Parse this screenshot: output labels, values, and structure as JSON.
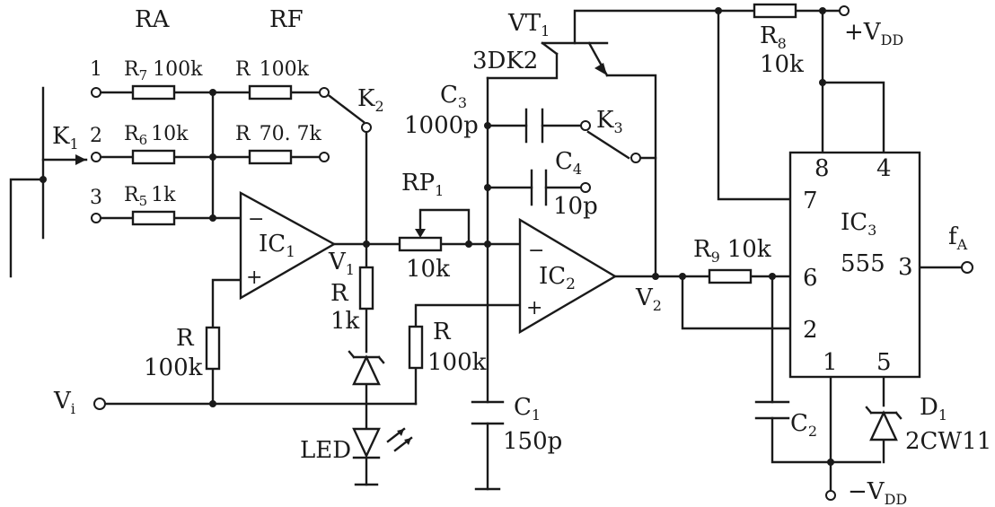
{
  "headers": {
    "ra": "RA",
    "rf": "RF"
  },
  "switch_k1": {
    "label": "K",
    "sub": "1",
    "positions": [
      "1",
      "2",
      "3"
    ]
  },
  "switch_k2": {
    "label": "K",
    "sub": "2"
  },
  "switch_k3": {
    "label": "K",
    "sub": "3"
  },
  "resistors": {
    "r7": {
      "name": "R",
      "sub": "7",
      "value": "100k"
    },
    "r6": {
      "name": "R",
      "sub": "6",
      "value": "10k"
    },
    "r5": {
      "name": "R",
      "sub": "5",
      "value": "1k"
    },
    "rf1": {
      "name": "R",
      "value": "100k"
    },
    "rf2": {
      "name": "R",
      "value": "70. 7k"
    },
    "r_in": {
      "name": "R",
      "value": "100k"
    },
    "r_led": {
      "name": "R",
      "value": "1k"
    },
    "r_ic2": {
      "name": "R",
      "value": "100k"
    },
    "rp1": {
      "name": "RP",
      "sub": "1",
      "value": "10k"
    },
    "r8": {
      "name": "R",
      "sub": "8",
      "value": "10k"
    },
    "r9": {
      "name": "R",
      "sub": "9",
      "value": "10k"
    }
  },
  "capacitors": {
    "c1": {
      "name": "C",
      "sub": "1",
      "value": "150p"
    },
    "c2": {
      "name": "C",
      "sub": "2"
    },
    "c3": {
      "name": "C",
      "sub": "3",
      "value": "1000p"
    },
    "c4": {
      "name": "C",
      "sub": "4",
      "value": "10p"
    }
  },
  "transistor": {
    "name": "VT",
    "sub": "1",
    "part": "3DK2"
  },
  "opamps": {
    "ic1": {
      "name": "IC",
      "sub": "1",
      "minus": "−",
      "plus": "+"
    },
    "ic2": {
      "name": "IC",
      "sub": "2",
      "minus": "−",
      "plus": "+"
    }
  },
  "timer": {
    "name": "IC",
    "sub": "3",
    "part": "555",
    "pins": {
      "p8": "8",
      "p4": "4",
      "p7": "7",
      "p6": "6",
      "p2": "2",
      "p3": "3",
      "p1": "1",
      "p5": "5"
    }
  },
  "zener": {
    "name": "D",
    "sub": "1",
    "part": "2CW11"
  },
  "nodes": {
    "v1": {
      "name": "V",
      "sub": "1"
    },
    "v2": {
      "name": "V",
      "sub": "2"
    },
    "vi": {
      "name": "V",
      "sub": "i"
    },
    "led": "LED",
    "fa": {
      "name": "f",
      "sub": "A"
    },
    "vdd_pos": {
      "sign": "+V",
      "sub": "DD"
    },
    "vdd_neg": {
      "sign": "−V",
      "sub": "DD"
    }
  }
}
